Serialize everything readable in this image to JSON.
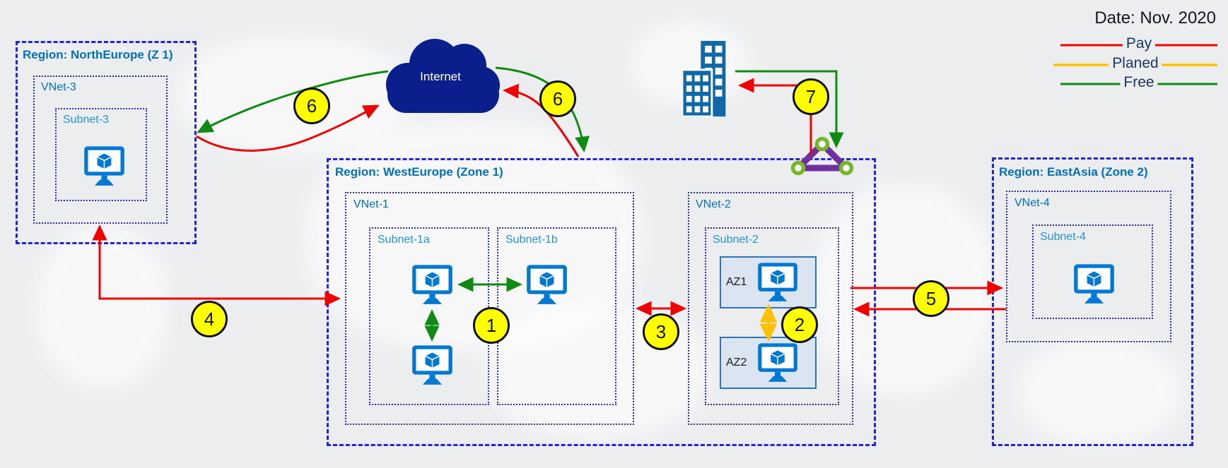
{
  "header": {
    "date": "Date: Nov. 2020"
  },
  "legend": {
    "pay": "Pay",
    "planed": "Planed",
    "free": "Free"
  },
  "cloud": {
    "label": "Internet"
  },
  "north_europe": {
    "title": "Region: NorthEurope (Z 1)",
    "vnet": "VNet-3",
    "subnet": "Subnet-3"
  },
  "west_europe": {
    "title": "Region: WestEurope (Zone 1)",
    "vnet1": "VNet-1",
    "subnet1a": "Subnet-1a",
    "subnet1b": "Subnet-1b",
    "vnet2": "VNet-2",
    "subnet2": "Subnet-2",
    "az1": "AZ1",
    "az2": "AZ2"
  },
  "east_asia": {
    "title": "Region: EastAsia (Zone 2)",
    "vnet": "VNet-4",
    "subnet": "Subnet-4"
  },
  "badges": {
    "b1": "1",
    "b2": "2",
    "b3": "3",
    "b4": "4",
    "b5": "5",
    "b6_left": "6",
    "b6_right": "6",
    "b7": "7"
  },
  "colors": {
    "pay": "#ff0000",
    "planed": "#ffc000",
    "free": "#008a00",
    "region_border": "#2323e4",
    "azure_blue": "#0078d4",
    "cloud": "#0a1e8c",
    "triangle_purple": "#7030a0",
    "triangle_node_green": "#76b82a",
    "badge_yellow": "#ffff00"
  }
}
